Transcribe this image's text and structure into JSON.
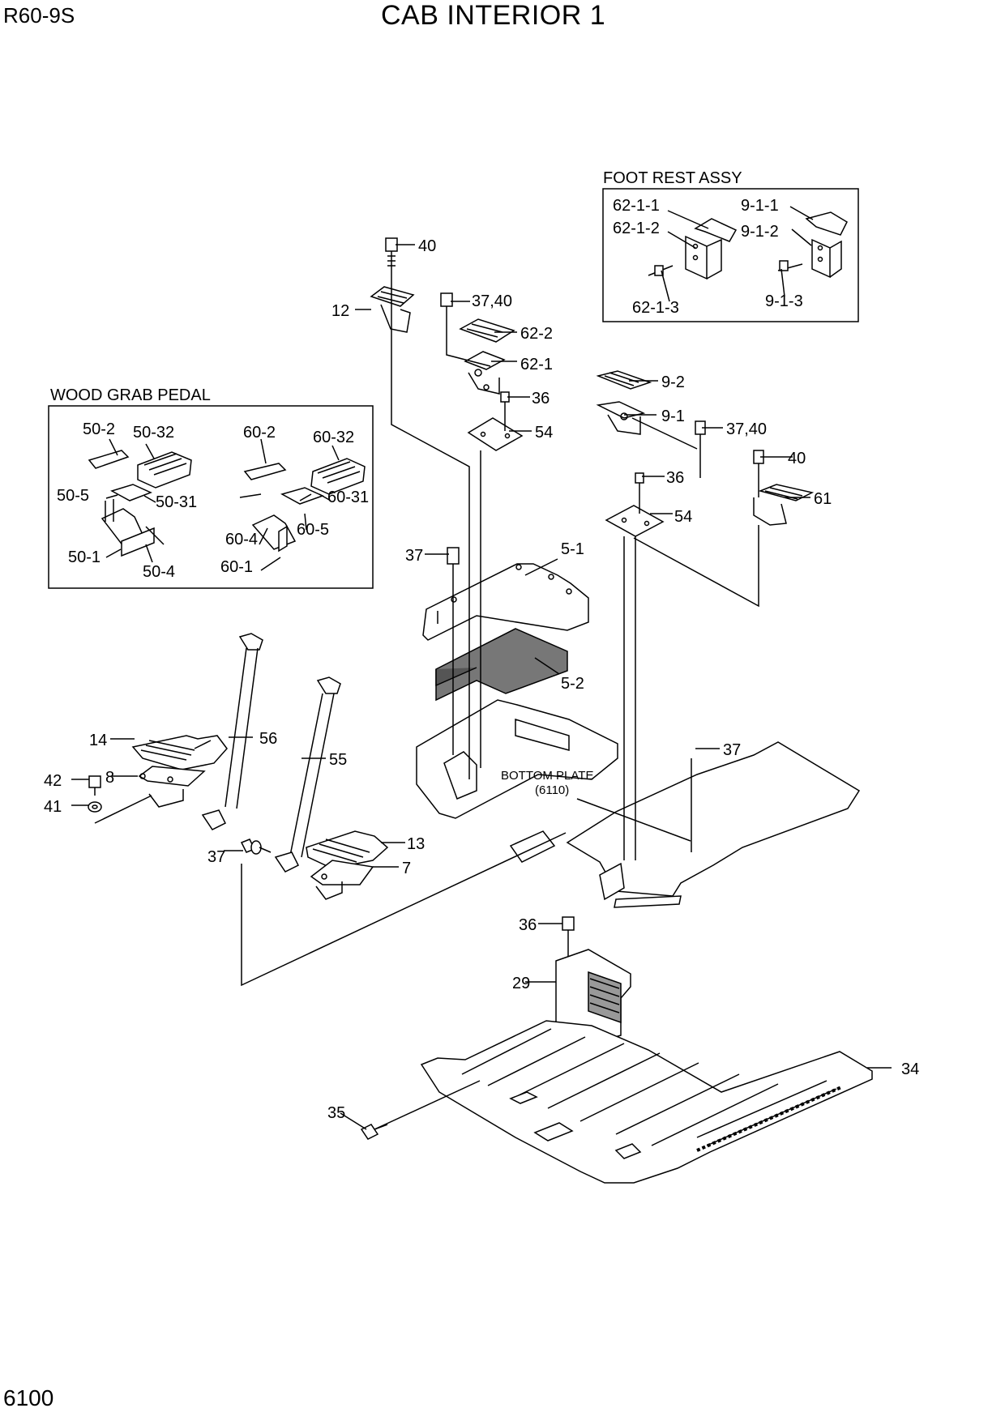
{
  "header": {
    "model": "R60-9S",
    "title": "CAB INTERIOR 1"
  },
  "footer": {
    "page_number": "6100"
  },
  "boxes": {
    "foot_rest": {
      "title": "FOOT REST ASSY"
    },
    "wood_grab": {
      "title": "WOOD GRAB PEDAL"
    }
  },
  "reference": {
    "line1": "BOTTOM PLATE",
    "line2": "(6110)"
  },
  "labels": {
    "l40a": "40",
    "l12": "12",
    "l3740a": "37,40",
    "l622": "62-2",
    "l621": "62-1",
    "l36a": "36",
    "l54a": "54",
    "l92": "9-2",
    "l91": "9-1",
    "l3740b": "37,40",
    "l40b": "40",
    "l36b": "36",
    "l54b": "54",
    "l61": "61",
    "l37a": "37",
    "l51": "5-1",
    "l52": "5-2",
    "l37b": "37",
    "l14": "14",
    "l56": "56",
    "l8": "8",
    "l42": "42",
    "l41": "41",
    "l55": "55",
    "l37c": "37",
    "l13": "13",
    "l7": "7",
    "l36c": "36",
    "l29": "29",
    "l34": "34",
    "l35": "35",
    "fr6211": "62-1-1",
    "fr6212": "62-1-2",
    "fr6213": "62-1-3",
    "fr911": "9-1-1",
    "fr912": "9-1-2",
    "fr913": "9-1-3",
    "wg502": "50-2",
    "wg5032": "50-32",
    "wg505": "50-5",
    "wg5031": "50-31",
    "wg501": "50-1",
    "wg504": "50-4",
    "wg602": "60-2",
    "wg6032": "60-32",
    "wg6031": "60-31",
    "wg604": "60-4",
    "wg605": "60-5",
    "wg601": "60-1"
  }
}
